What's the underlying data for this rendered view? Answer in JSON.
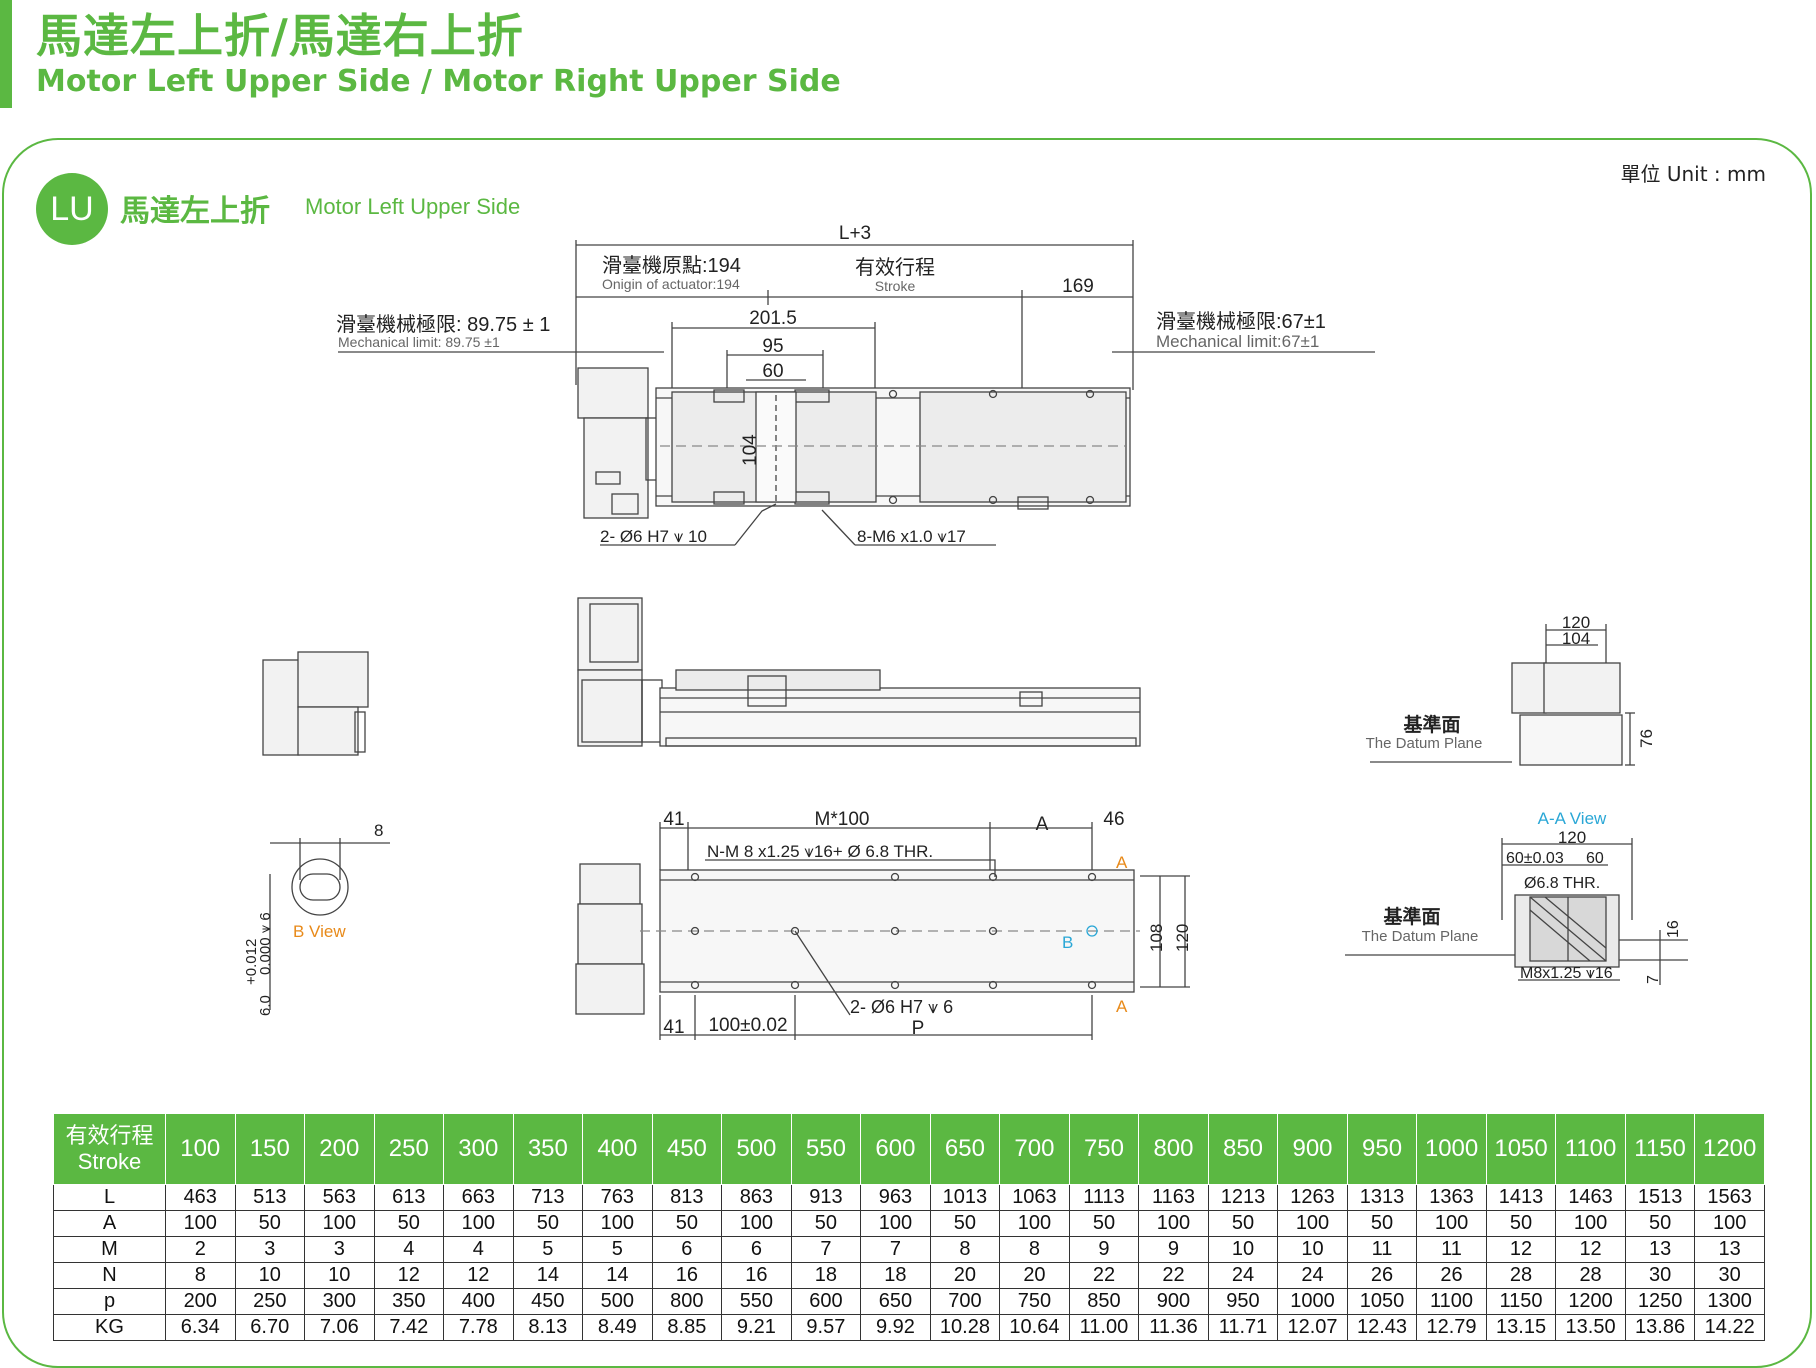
{
  "header": {
    "title_zh": "馬達左上折/馬達右上折",
    "title_en": "Motor Left Upper Side / Motor Right Upper Side"
  },
  "section": {
    "badge": "LU",
    "title_zh": "馬達左上折",
    "title_en": "Motor Left Upper Side",
    "unit": "單位 Unit : mm"
  },
  "drawing": {
    "top": {
      "overall": "L+3",
      "origin_zh": "滑臺機原點:194",
      "origin_en": "Onigin of actuator:194",
      "stroke_zh": "有效行程",
      "stroke_en": "Stroke",
      "dim_169": "169",
      "mech_left_zh": "滑臺機械極限: 89.75 ± 1",
      "mech_left_en": "Mechanical limit: 89.75 ±1",
      "mech_right_zh": "滑臺機械極限:67±1",
      "mech_right_en": "Mechanical limit:67±1",
      "dim_2015": "201.5",
      "dim_95": "95",
      "dim_60": "60",
      "dim_104": "104",
      "note_holes": "2- Ø6   H7 ⩛ 10",
      "note_threads": "8-M6 x1.0 ⩛17"
    },
    "right_side": {
      "dim_120": "120",
      "dim_104": "104",
      "dim_76": "76",
      "datum_zh": "基準面",
      "datum_en": "The Datum Plane"
    },
    "b_view": {
      "dim_8": "8",
      "tolerance_upper": "+0.012",
      "tolerance_lower": "0.000 ⩛ 6",
      "dim_6": "6.0",
      "label": "B View"
    },
    "bottom": {
      "dim_41_top": "41",
      "dim_m100": "M*100",
      "dim_a": "A",
      "dim_46": "46",
      "note_nm": "N-M 8 x1.25 ⩛16+ Ø 6.8 THR.",
      "marker_a_top": "A",
      "marker_a_bottom": "A",
      "marker_b": "B",
      "dim_108": "108",
      "dim_120": "120",
      "note_holes": "2- Ø6  H7 ⩛ 6",
      "dim_41_bottom": "41",
      "dim_100": "100±0.02",
      "dim_p": "P"
    },
    "aa_view": {
      "label": "A-A View",
      "dim_120": "120",
      "dim_6003": "60±0.03",
      "dim_60": "60",
      "note_thr": "Ø6.8  THR.",
      "datum_zh": "基準面",
      "datum_en": "The Datum Plane",
      "dim_16": "16",
      "note_m8": "M8x1.25 ⩛16",
      "dim_7": "7"
    }
  },
  "table": {
    "header_zh": "有效行程",
    "header_en": "Stroke",
    "strokes": [
      "100",
      "150",
      "200",
      "250",
      "300",
      "350",
      "400",
      "450",
      "500",
      "550",
      "600",
      "650",
      "700",
      "750",
      "800",
      "850",
      "900",
      "950",
      "1000",
      "1050",
      "1100",
      "1150",
      "1200"
    ],
    "rows": [
      {
        "label": "L",
        "values": [
          "463",
          "513",
          "563",
          "613",
          "663",
          "713",
          "763",
          "813",
          "863",
          "913",
          "963",
          "1013",
          "1063",
          "1113",
          "1163",
          "1213",
          "1263",
          "1313",
          "1363",
          "1413",
          "1463",
          "1513",
          "1563"
        ]
      },
      {
        "label": "A",
        "values": [
          "100",
          "50",
          "100",
          "50",
          "100",
          "50",
          "100",
          "50",
          "100",
          "50",
          "100",
          "50",
          "100",
          "50",
          "100",
          "50",
          "100",
          "50",
          "100",
          "50",
          "100",
          "50",
          "100"
        ]
      },
      {
        "label": "M",
        "values": [
          "2",
          "3",
          "3",
          "4",
          "4",
          "5",
          "5",
          "6",
          "6",
          "7",
          "7",
          "8",
          "8",
          "9",
          "9",
          "10",
          "10",
          "11",
          "11",
          "12",
          "12",
          "13",
          "13"
        ]
      },
      {
        "label": "N",
        "values": [
          "8",
          "10",
          "10",
          "12",
          "12",
          "14",
          "14",
          "16",
          "16",
          "18",
          "18",
          "20",
          "20",
          "22",
          "22",
          "24",
          "24",
          "26",
          "26",
          "28",
          "28",
          "30",
          "30"
        ]
      },
      {
        "label": "p",
        "values": [
          "200",
          "250",
          "300",
          "350",
          "400",
          "450",
          "500",
          "800",
          "550",
          "600",
          "650",
          "700",
          "750",
          "850",
          "900",
          "950",
          "1000",
          "1050",
          "1100",
          "1150",
          "1200",
          "1250",
          "1300"
        ]
      },
      {
        "label": "KG",
        "values": [
          "6.34",
          "6.70",
          "7.06",
          "7.42",
          "7.78",
          "8.13",
          "8.49",
          "8.85",
          "9.21",
          "9.57",
          "9.92",
          "10.28",
          "10.64",
          "11.00",
          "11.36",
          "11.71",
          "12.07",
          "12.43",
          "12.79",
          "13.15",
          "13.50",
          "13.86",
          "14.22"
        ]
      }
    ]
  }
}
